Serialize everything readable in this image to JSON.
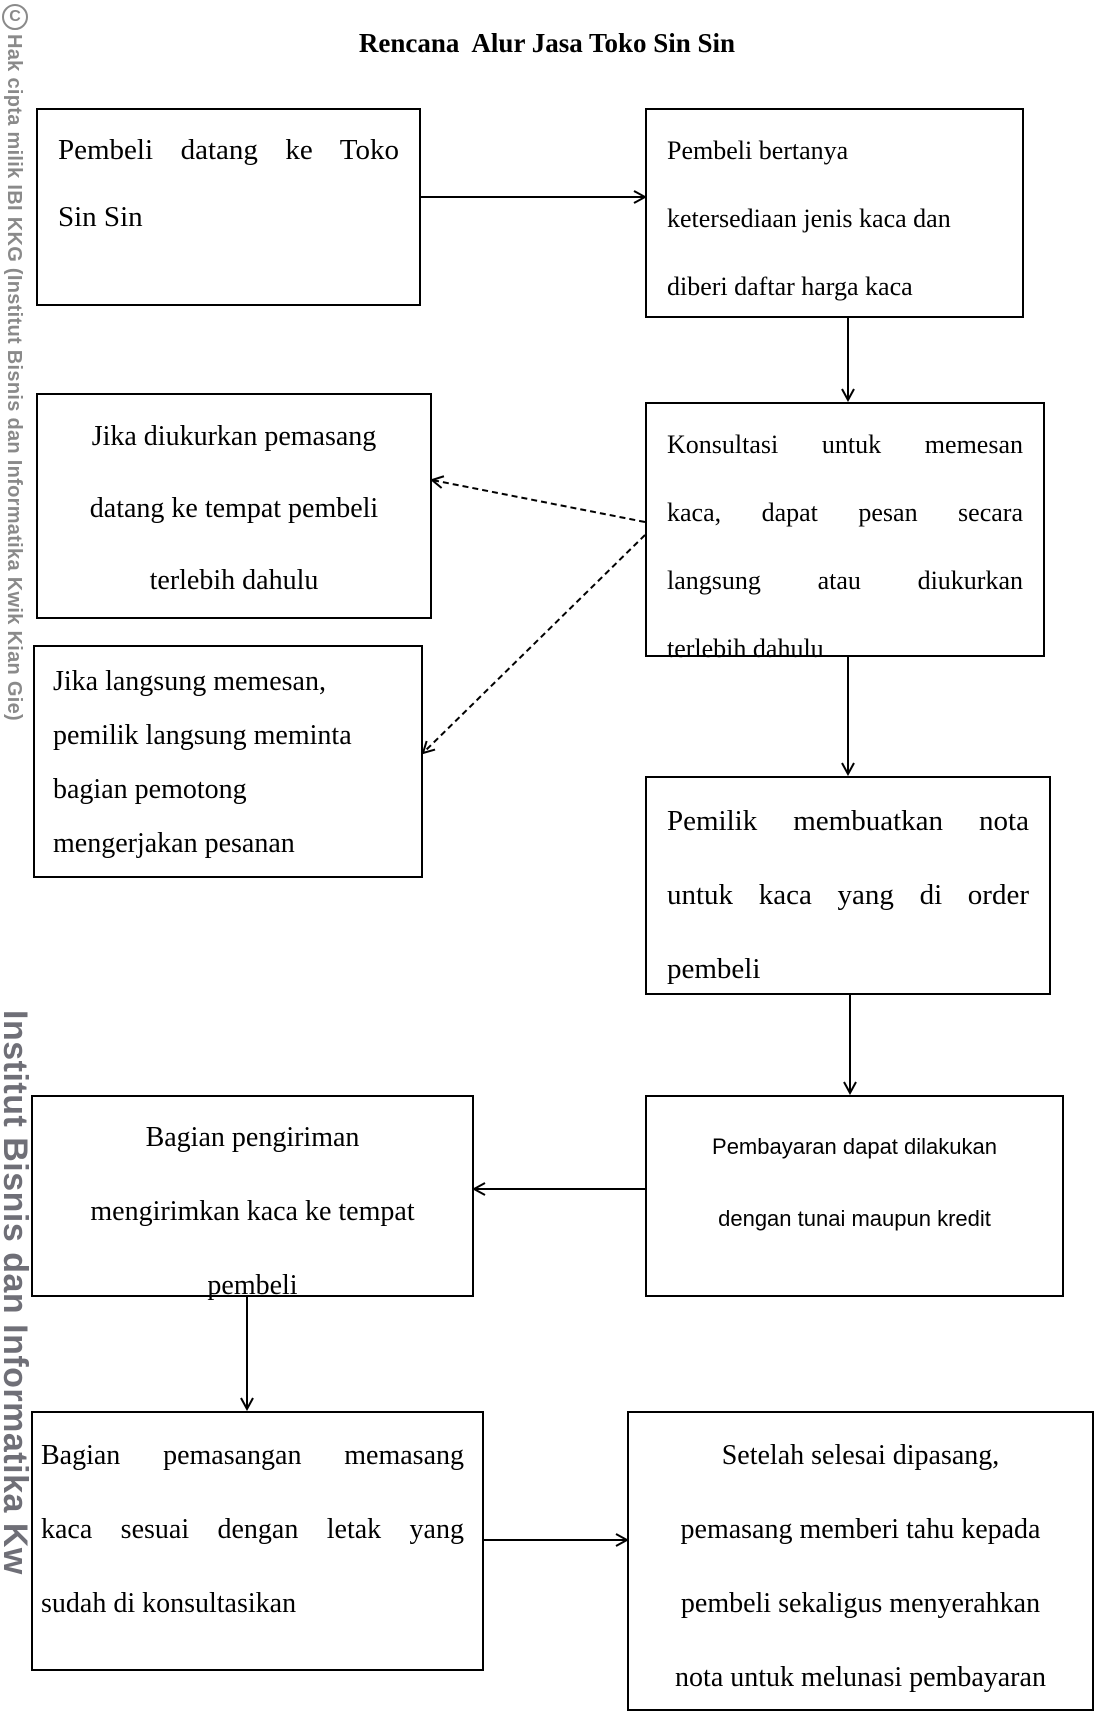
{
  "title": "Rencana  Alur Jasa Toko Sin Sin",
  "watermark": {
    "copyright_symbol": "C",
    "line1": "Hak cipta milik IBI KKG (Institut Bisnis dan Informatika Kwik Kian Gie)",
    "line2": "Institut Bisnis dan Informatika Kw"
  },
  "boxes": {
    "b1": [
      "Pembeli datang ke Toko",
      "Sin Sin"
    ],
    "b2": [
      "Pembeli bertanya",
      "ketersediaan jenis kaca dan",
      "diberi daftar harga kaca"
    ],
    "b3": [
      "Konsultasi untuk memesan",
      "kaca, dapat pesan secara",
      "langsung atau diukurkan",
      "terlebih dahulu"
    ],
    "b4": [
      "Jika diukurkan pemasang",
      "datang ke tempat pembeli",
      "terlebih dahulu"
    ],
    "b5": [
      "Jika langsung memesan,",
      "pemilik langsung meminta",
      "bagian pemotong",
      "mengerjakan pesanan"
    ],
    "b6": [
      "Pemilik membuatkan nota",
      "untuk kaca yang di order",
      "pembeli"
    ],
    "b7": [
      "Pembayaran dapat dilakukan",
      "dengan tunai maupun kredit"
    ],
    "b8": [
      "Bagian pengiriman",
      "mengirimkan kaca ke tempat",
      "pembeli"
    ],
    "b9": [
      "Bagian pemasangan memasang",
      "kaca sesuai dengan letak yang",
      "sudah di konsultasikan"
    ],
    "b10": [
      "Setelah selesai dipasang,",
      "pemasang memberi tahu kepada",
      "pembeli sekaligus  menyerahkan",
      "nota untuk melunasi pembayaran"
    ]
  }
}
